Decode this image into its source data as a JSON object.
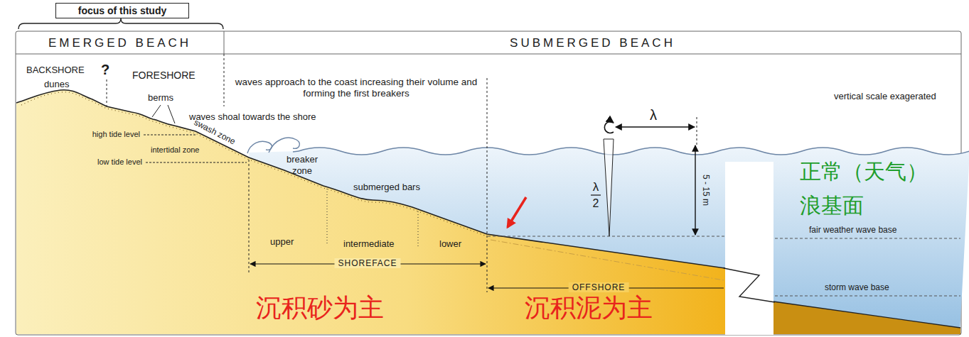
{
  "diagram": {
    "nodes": [
      {
        "text": [
          "focus of this study"
        ]
      },
      {
        "text": [
          "EMERGED BEACH"
        ]
      },
      {
        "text": [
          "SUBMERGED BEACH"
        ]
      }
    ],
    "labels": [
      "BACKSHORE",
      "?",
      "FORESHORE",
      "dunes",
      "berms",
      "waves approach to the coast increasing their volume and forming the first breakers",
      "waves shoal towards the shore",
      "swash zone",
      "high tide level",
      "intertidal zone",
      "low tide level",
      "breaker zone",
      "submerged bars",
      "λ",
      "λ",
      "2",
      "5 - 15 m",
      "vertical scale exagerated",
      "正常（天气） 浪基面",
      "fair weather wave base",
      "upper",
      "intermediate",
      "lower",
      "SHOREFACE",
      "OFFSHORE",
      "storm wave base",
      "沉积砂为主",
      "沉积泥为主"
    ]
  }
}
